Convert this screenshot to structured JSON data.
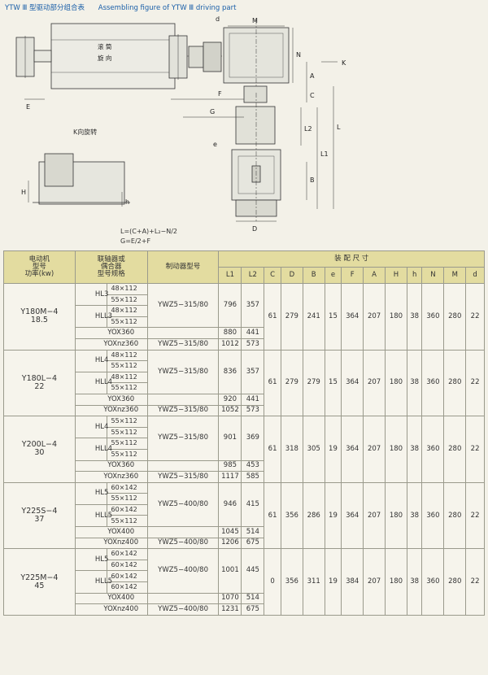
{
  "title_cn": "YTW Ⅲ 型驱动部分组合表",
  "title_en": "Assembling figure of YTW Ⅲ driving part",
  "drawing": {
    "labels": {
      "d": "d",
      "M": "M",
      "N": "N",
      "A": "A",
      "K": "K",
      "C": "C",
      "F": "F",
      "G": "G",
      "L": "L",
      "L2": "L2",
      "L1": "L1",
      "B": "B",
      "D": "D",
      "E": "E",
      "H": "H",
      "h": "h",
      "e": "e"
    },
    "drum_text_1": "滚  筒",
    "drum_text_2": "旋  向",
    "k_view": "K向旋转"
  },
  "formulas": {
    "line1": "L=(C+A)+L₂−N/2",
    "line2": "G=E/2+F"
  },
  "table": {
    "headers": {
      "motor": [
        "电动机",
        "型号",
        "功率(kw)"
      ],
      "coupling": [
        "联轴器或",
        "偶合器",
        "型号规格"
      ],
      "brake": "制动器型号",
      "assembly": "装   配   尺   寸",
      "L1": "L1",
      "L2": "L2",
      "C": "C",
      "D": "D",
      "B": "B",
      "e": "e",
      "F": "F",
      "A": "A",
      "H": "H",
      "h": "h",
      "N": "N",
      "M": "M",
      "d": "d"
    },
    "groups": [
      {
        "motor": [
          "Y180M−4",
          "18.5"
        ],
        "hl_a": "HL3",
        "hl_b": "HLL3",
        "sizes": [
          "48×112",
          "55×112",
          "48×112",
          "55×112"
        ],
        "brake": "YWZ5−315/80",
        "hl_L1": "796",
        "hl_L2": "357",
        "yox": "YOX360",
        "yox_L1": "880",
        "yox_L2": "441",
        "yoxnz": "YOXnz360",
        "yoxnz_brake": "YWZ5−315/80",
        "yoxnz_L1": "1012",
        "yoxnz_L2": "573",
        "C": "61",
        "D": "279",
        "B": "241",
        "e": "15",
        "F": "364",
        "A": "207",
        "H": "180",
        "h": "38",
        "N": "360",
        "M": "280",
        "d": "22"
      },
      {
        "motor": [
          "Y180L−4",
          "22"
        ],
        "hl_a": "HL4",
        "hl_b": "HLL4",
        "sizes": [
          "48×112",
          "55×112",
          "48×112",
          "55×112"
        ],
        "brake": "YWZ5−315/80",
        "hl_L1": "836",
        "hl_L2": "357",
        "yox": "YOX360",
        "yox_L1": "920",
        "yox_L2": "441",
        "yoxnz": "YOXnz360",
        "yoxnz_brake": "YWZ5−315/80",
        "yoxnz_L1": "1052",
        "yoxnz_L2": "573",
        "C": "61",
        "D": "279",
        "B": "279",
        "e": "15",
        "F": "364",
        "A": "207",
        "H": "180",
        "h": "38",
        "N": "360",
        "M": "280",
        "d": "22"
      },
      {
        "motor": [
          "Y200L−4",
          "30"
        ],
        "hl_a": "HL4",
        "hl_b": "HLL4",
        "sizes": [
          "55×112",
          "55×112",
          "55×112",
          "55×112"
        ],
        "brake": "YWZ5−315/80",
        "hl_L1": "901",
        "hl_L2": "369",
        "yox": "YOX360",
        "yox_L1": "985",
        "yox_L2": "453",
        "yoxnz": "YOXnz360",
        "yoxnz_brake": "YWZ5−315/80",
        "yoxnz_L1": "1117",
        "yoxnz_L2": "585",
        "C": "61",
        "D": "318",
        "B": "305",
        "e": "19",
        "F": "364",
        "A": "207",
        "H": "180",
        "h": "38",
        "N": "360",
        "M": "280",
        "d": "22"
      },
      {
        "motor": [
          "Y225S−4",
          "37"
        ],
        "hl_a": "HL5",
        "hl_b": "HLL5",
        "sizes": [
          "60×142",
          "55×112",
          "60×142",
          "55×112"
        ],
        "brake": "YWZ5−400/80",
        "hl_L1": "946",
        "hl_L2": "415",
        "yox": "YOX400",
        "yox_L1": "1045",
        "yox_L2": "514",
        "yoxnz": "YOXnz400",
        "yoxnz_brake": "YWZ5−400/80",
        "yoxnz_L1": "1206",
        "yoxnz_L2": "675",
        "C": "61",
        "D": "356",
        "B": "286",
        "e": "19",
        "F": "364",
        "A": "207",
        "H": "180",
        "h": "38",
        "N": "360",
        "M": "280",
        "d": "22"
      },
      {
        "motor": [
          "Y225M−4",
          "45"
        ],
        "hl_a": "HL5",
        "hl_b": "HLL5",
        "sizes": [
          "60×142",
          "60×142",
          "60×142",
          "60×142"
        ],
        "brake": "YWZ5−400/80",
        "hl_L1": "1001",
        "hl_L2": "445",
        "yox": "YOX400",
        "yox_L1": "1070",
        "yox_L2": "514",
        "yoxnz": "YOXnz400",
        "yoxnz_brake": "YWZ5−400/80",
        "yoxnz_L1": "1231",
        "yoxnz_L2": "675",
        "C": "0",
        "D": "356",
        "B": "311",
        "e": "19",
        "F": "384",
        "A": "207",
        "H": "180",
        "h": "38",
        "N": "360",
        "M": "280",
        "d": "22"
      }
    ]
  }
}
